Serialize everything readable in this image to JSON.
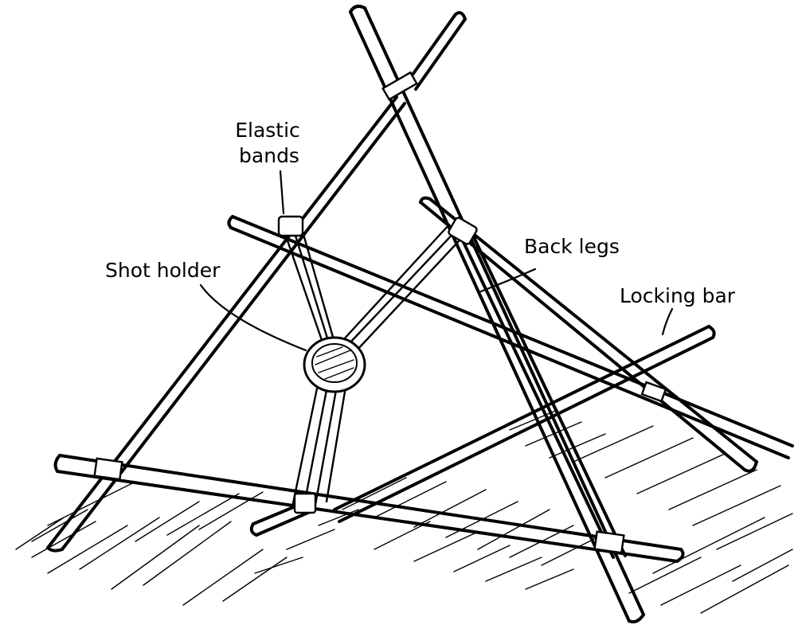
{
  "labels": {
    "elastic_bands_line1": "Elastic",
    "elastic_bands_line2": "bands",
    "back_legs": "Back legs",
    "shot_holder": "Shot holder",
    "locking_bar": "Locking bar"
  },
  "icons": {
    "main_figure": "catapult-frame-sketch",
    "ground": "hatched-ground"
  },
  "colors": {
    "ink": "#000000",
    "paper": "#ffffff"
  }
}
